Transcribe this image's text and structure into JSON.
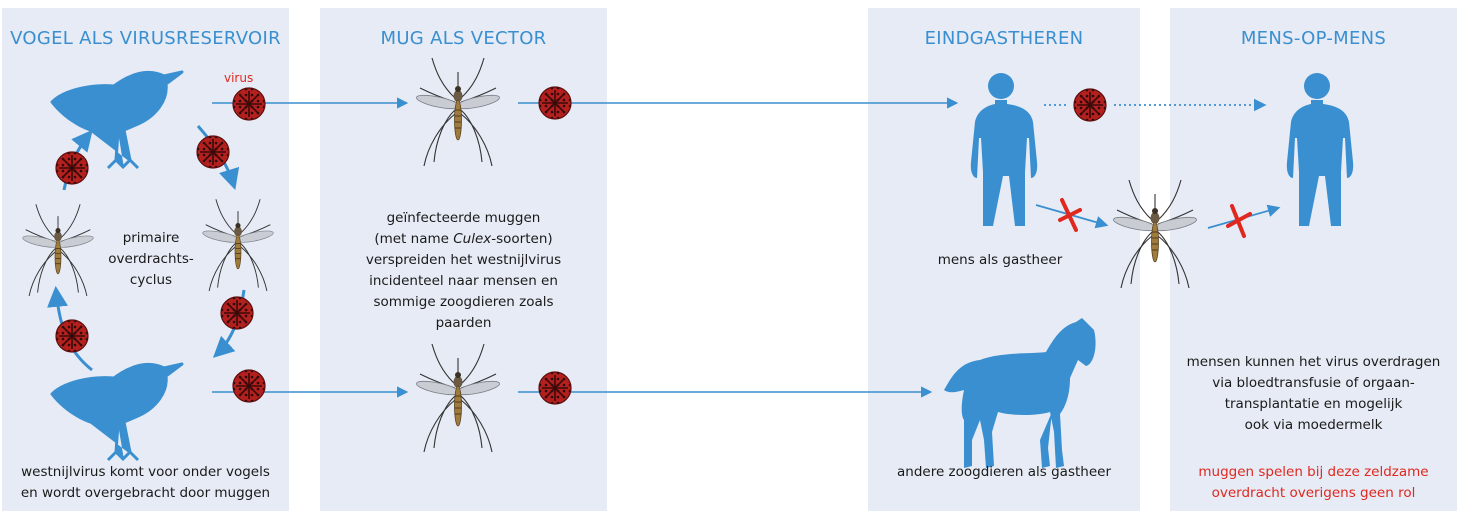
{
  "panels": [
    {
      "title": "VOGEL ALS VIRUSRESERVOIR"
    },
    {
      "title": "MUG ALS VECTOR"
    },
    {
      "title": "EINDGASTHEREN"
    },
    {
      "title": "MENS-OP-MENS"
    }
  ],
  "labels": {
    "virus": "virus",
    "cycle": [
      "primaire",
      "overdrachts-",
      "cyclus"
    ],
    "bird_caption": [
      "westnijlvirus komt voor onder vogels",
      "en wordt overgebracht door muggen"
    ],
    "mosquito_caption": {
      "line1": "geïnfecteerde muggen",
      "line2_pre": "(met name ",
      "line2_em": "Culex",
      "line2_post": "-soorten)",
      "line3": "verspreiden het westnijlvirus",
      "line4": "incidenteel naar mensen en",
      "line5": "sommige zoogdieren zoals",
      "line6": "paarden"
    },
    "human_host": "mens als gastheer",
    "other_host": "andere zoogdieren als gastheer",
    "h2h_caption": [
      "mensen kunnen het virus overdragen",
      "via bloedtransfusie of orgaan-",
      "transplantatie en mogelijk",
      "ook via moedermelk"
    ],
    "h2h_note": [
      "muggen spelen bij deze zeldzame",
      "overdracht overigens geen rol"
    ]
  },
  "colors": {
    "panel": "#e6ebf5",
    "accent": "#3a8fd0",
    "silhouette": "#3a8fd0",
    "virus": "#b3201e",
    "note": "#e0281e"
  }
}
